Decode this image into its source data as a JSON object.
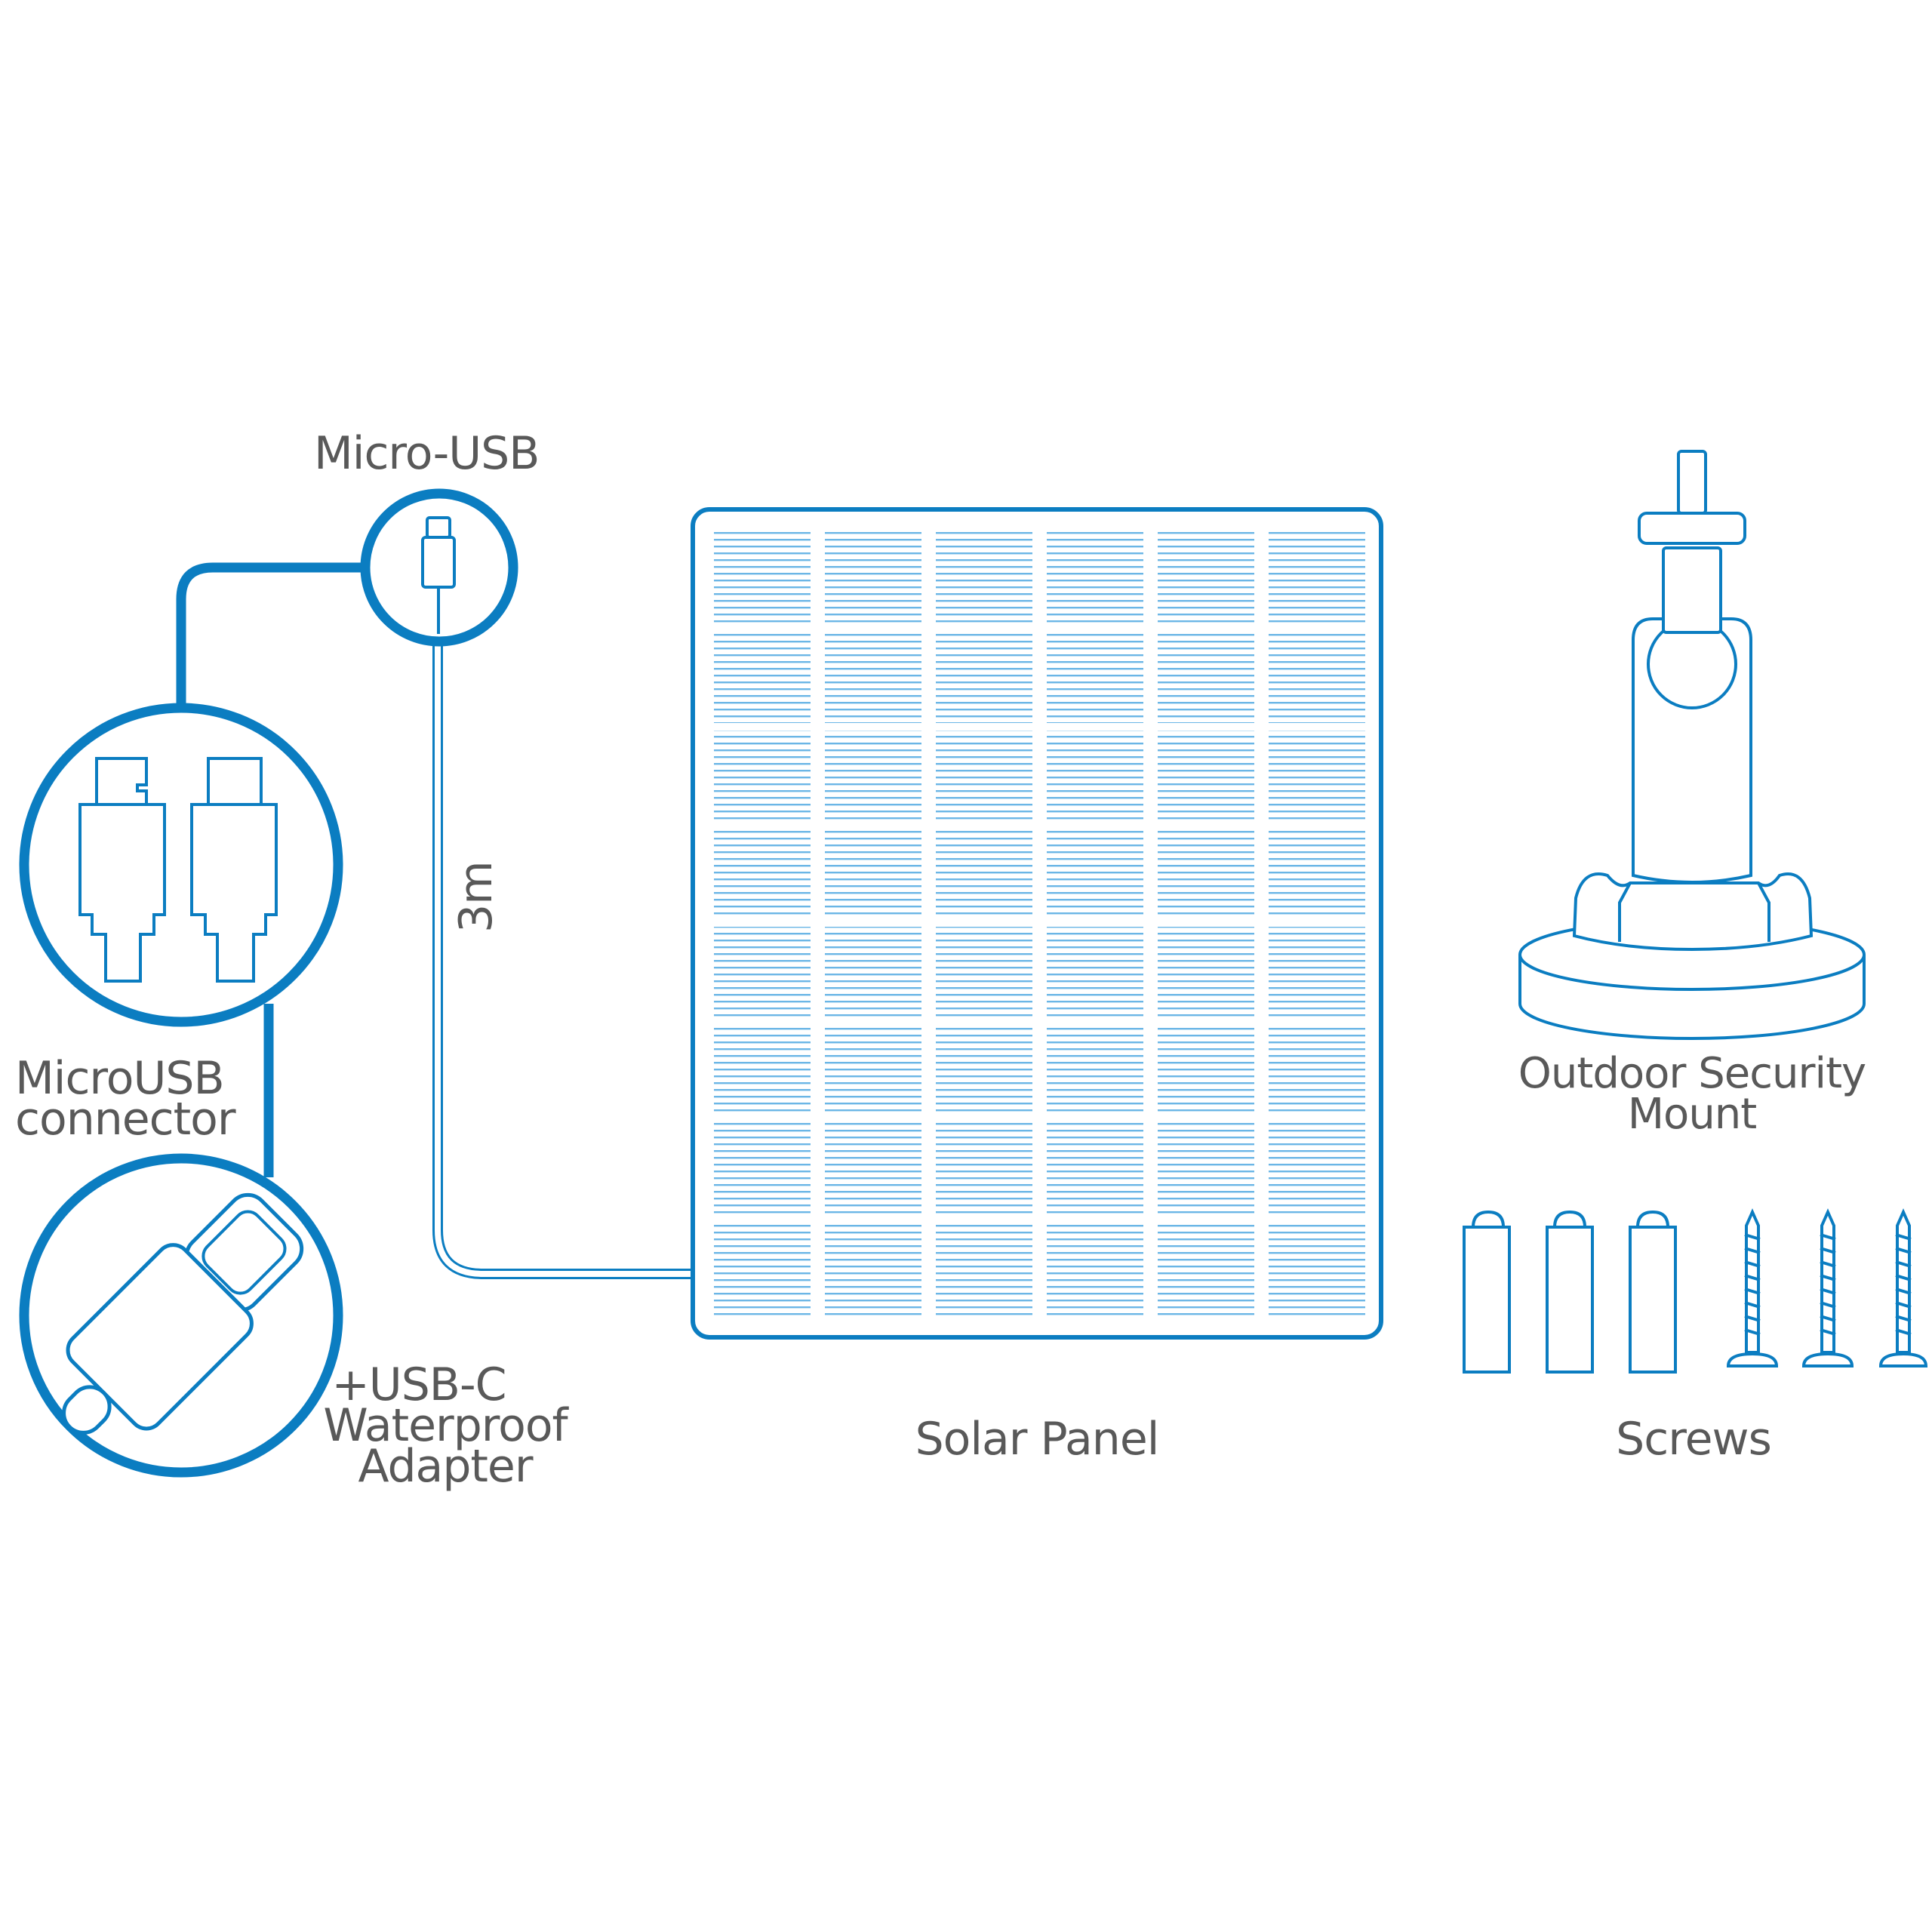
{
  "labels": {
    "micro_usb": "Micro-USB",
    "microusb_connector_line1": "MicroUSB",
    "microusb_connector_line2": "connector",
    "usbc_line1": "+USB-C",
    "usbc_line2": "Waterproof",
    "usbc_line3": "Adapter",
    "cable_length": "3m",
    "solar_panel": "Solar Panel",
    "mount_line1": "Outdoor Security",
    "mount_line2": "Mount",
    "screws": "Screws"
  },
  "colors": {
    "accent": "#0b7dc1",
    "panel_line": "#5aaee0",
    "text": "#595959"
  },
  "icons": [
    "micro-usb-plug-icon",
    "usb-adapter-pair-icon",
    "usb-c-plug-icon",
    "solar-panel-icon",
    "security-mount-icon",
    "wall-anchor-icon",
    "screw-icon"
  ]
}
